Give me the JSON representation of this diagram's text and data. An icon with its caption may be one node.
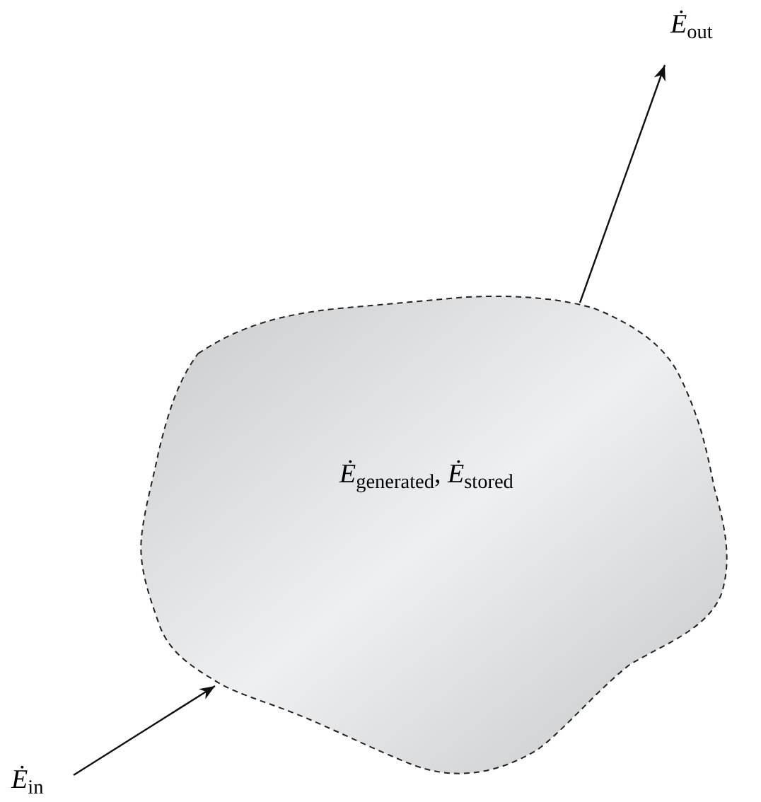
{
  "diagram": {
    "nodes": [
      {
        "text": [
          "*Ė*$_{generated}$, *Ė*$_{stored}$"
        ]
      },
      {
        "text": [
          "*Ė*$_{out}$"
        ]
      },
      {
        "text": [
          "*Ė*$_{in}$"
        ]
      }
    ],
    "edges": [
      {
        "from": 2,
        "to": 0,
        "arrow": "to"
      },
      {
        "from": 0,
        "to": 1,
        "arrow": "to"
      }
    ]
  }
}
